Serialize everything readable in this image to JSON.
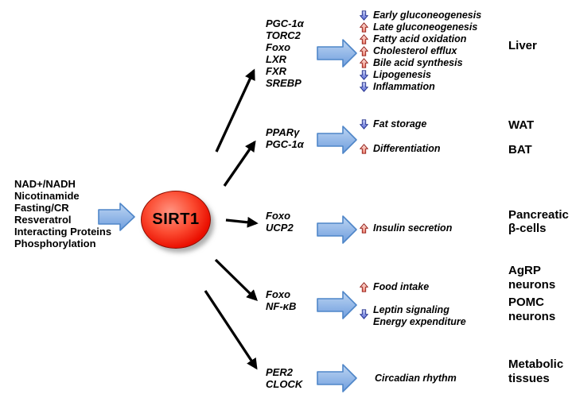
{
  "hub": {
    "label": "SIRT1"
  },
  "inputs": [
    "NAD+/NADH",
    "Nicotinamide",
    "Fasting/CR",
    "Resveratrol",
    "Interacting Proteins",
    "Phosphorylation"
  ],
  "pathways": [
    {
      "name": "liver",
      "genes": [
        "PGC-1α",
        "TORC2",
        "Foxo",
        "LXR",
        "FXR",
        "SREBP"
      ],
      "effects": [
        {
          "dir": "down",
          "label": "Early gluconeogenesis"
        },
        {
          "dir": "up",
          "label": "Late gluconeogenesis"
        },
        {
          "dir": "up",
          "label": "Fatty acid oxidation"
        },
        {
          "dir": "up",
          "label": "Cholesterol efflux"
        },
        {
          "dir": "up",
          "label": "Bile acid synthesis"
        },
        {
          "dir": "down",
          "label": "Lipogenesis"
        },
        {
          "dir": "down",
          "label": "Inflammation"
        }
      ],
      "tissues": [
        "Liver"
      ]
    },
    {
      "name": "adipose",
      "genes": [
        "PPARγ",
        "PGC-1α"
      ],
      "effects": [
        {
          "dir": "down",
          "label": "Fat storage"
        },
        {
          "dir": "up",
          "label": "Differentiation"
        }
      ],
      "tissues": [
        "WAT",
        "BAT"
      ]
    },
    {
      "name": "pancreas",
      "genes": [
        "Foxo",
        "UCP2"
      ],
      "effects": [
        {
          "dir": "up",
          "label": "Insulin secretion"
        }
      ],
      "tissues": [
        "Pancreatic\nβ-cells"
      ]
    },
    {
      "name": "hypothalamus",
      "genes": [
        "Foxo",
        "NF-κB"
      ],
      "effects": [
        {
          "dir": "up",
          "label": "Food intake"
        },
        {
          "dir": "down",
          "label": "Leptin signaling\nEnergy expenditure"
        }
      ],
      "tissues": [
        "AgRP\nneurons",
        "POMC\nneurons"
      ]
    },
    {
      "name": "circadian",
      "genes": [
        "PER2",
        "CLOCK"
      ],
      "effects": [
        {
          "dir": "none",
          "label": "Circadian rhythm"
        }
      ],
      "tissues": [
        "Metabolic\ntissues"
      ]
    }
  ],
  "colors": {
    "hub_fill": "#ee1505",
    "flow_arrow_fill": "#8ab6ea",
    "flow_arrow_border": "#4f86c8",
    "increase_arrow": "#c23b2e",
    "decrease_arrow": "#3340b0",
    "link_arrow": "#000000"
  }
}
